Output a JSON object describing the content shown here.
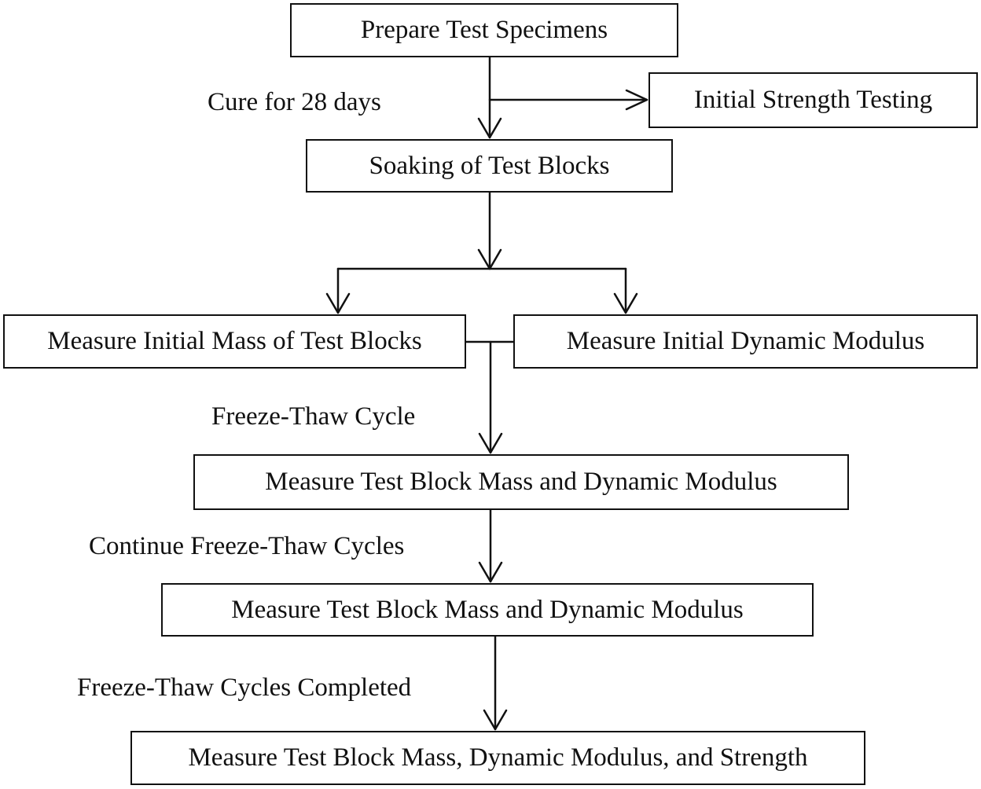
{
  "boxes": {
    "prepare": "Prepare Test Specimens",
    "initial_strength": "Initial Strength Testing",
    "soaking": "Soaking of Test Blocks",
    "initial_mass": "Measure Initial Mass of Test Blocks",
    "initial_modulus": "Measure Initial Dynamic Modulus",
    "measure_1": "Measure Test Block Mass and Dynamic Modulus",
    "measure_2": "Measure Test Block Mass and Dynamic Modulus",
    "final": "Measure Test Block Mass, Dynamic Modulus, and Strength"
  },
  "labels": {
    "cure": "Cure for 28 days",
    "freeze_thaw": "Freeze-Thaw Cycle",
    "continue": "Continue Freeze-Thaw Cycles",
    "completed": "Freeze-Thaw Cycles Completed"
  }
}
